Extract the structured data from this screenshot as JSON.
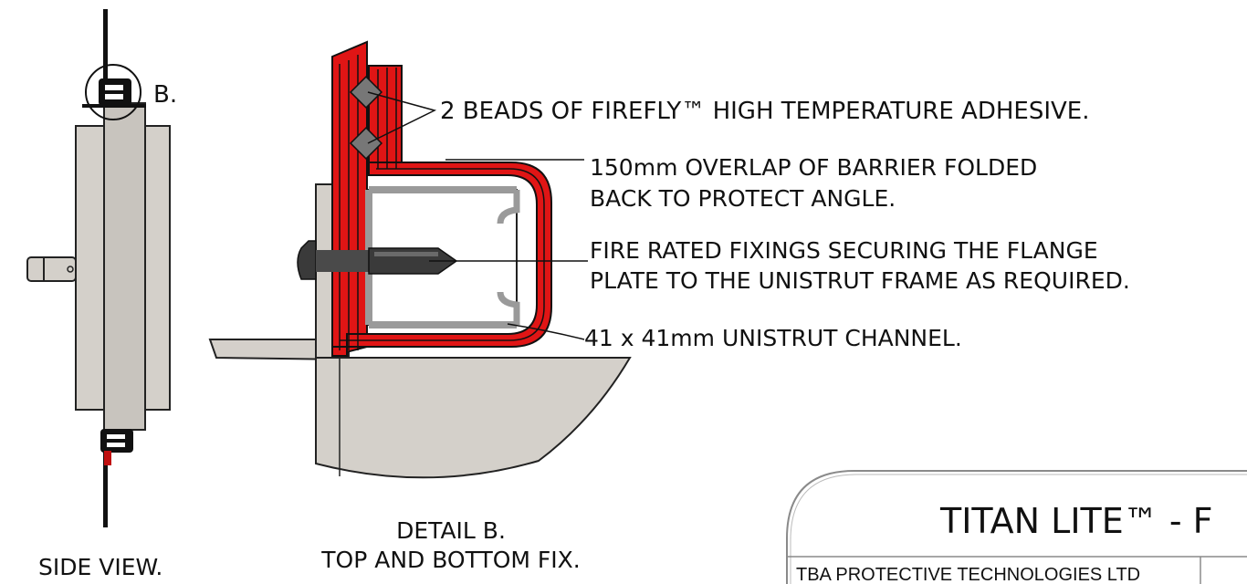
{
  "colors": {
    "barrier_red": "#e01515",
    "panel_grey": "#d4d0ca",
    "steel_grey": "#c9c9c9",
    "dark_fixing": "#3a3a3a",
    "ink": "#111111"
  },
  "callouts": {
    "detail_marker": "B.",
    "adhesive": "2 BEADS OF FIREFLY™ HIGH TEMPERATURE ADHESIVE.",
    "overlap_line1": "150mm OVERLAP OF BARRIER FOLDED",
    "overlap_line2": "BACK TO PROTECT ANGLE.",
    "fixings_line1": "FIRE RATED FIXINGS SECURING THE FLANGE",
    "fixings_line2": "PLATE TO THE UNISTRUT FRAME AS REQUIRED.",
    "channel": "41 x 41mm UNISTRUT CHANNEL."
  },
  "captions": {
    "side_view": "SIDE VIEW.",
    "detail_line1": "DETAIL B.",
    "detail_line2": "TOP AND BOTTOM FIX."
  },
  "title_block": {
    "title": "TITAN LITE™ - F",
    "company": "TBA PROTECTIVE TECHNOLOGIES LTD"
  }
}
